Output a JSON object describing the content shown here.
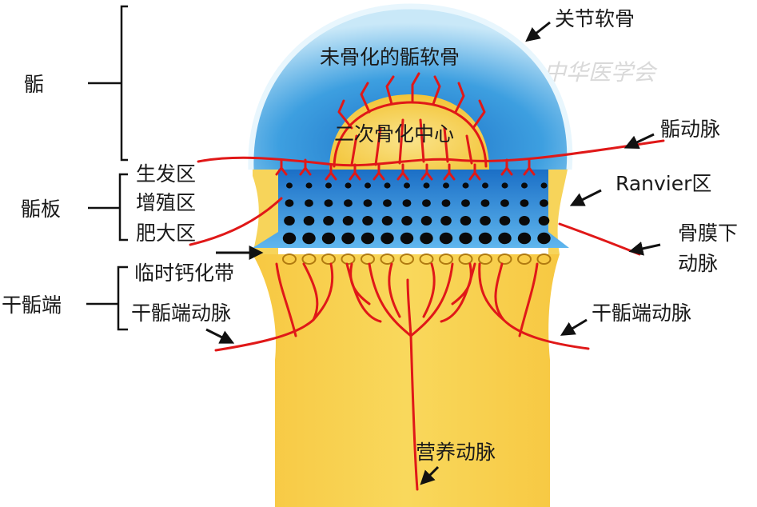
{
  "labels": {
    "articular_cartilage": "关节软骨",
    "unossified_epiphyseal_cartilage": "未骨化的骺软骨",
    "epiphysis": "骺",
    "secondary_ossification_center": "二次骨化中心",
    "epiphyseal_artery": "骺动脉",
    "germinal_zone": "生发区",
    "proliferative_zone": "增殖区",
    "hypertrophic_zone": "肥大区",
    "growth_plate": "骺板",
    "ranvier_zone": "Ranvier区",
    "subperiosteal_artery_line1": "骨膜下",
    "subperiosteal_artery_line2": "动脉",
    "provisional_calcification_zone": "临时钙化带",
    "metaphysis": "干骺端",
    "metaphyseal_artery_left": "干骺端动脉",
    "metaphyseal_artery_right": "干骺端动脉",
    "nutrient_artery": "营养动脉"
  },
  "watermark": "中华医学会",
  "colors": {
    "cartilage_light": "#d2ecf8",
    "cartilage_blue": "#3d9fe0",
    "cartilage_dark": "#1b6fc6",
    "bone_yellow": "#f7c842",
    "bone_light": "#fae48c",
    "artery_red": "#e01818",
    "cell_black": "#0a0a0a",
    "arrow_black": "#111111"
  },
  "cell_grid": {
    "rows": 4,
    "columns": 14
  },
  "calcification_ring_count": 14
}
